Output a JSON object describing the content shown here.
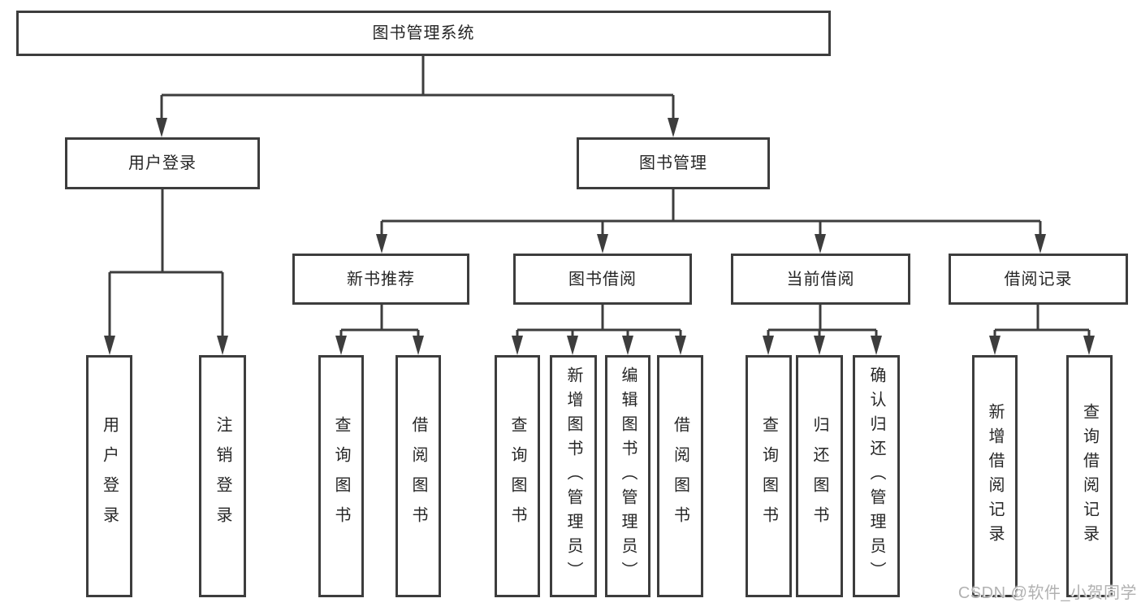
{
  "diagram_type": "hierarchy",
  "tree": {
    "root": {
      "label": "图书管理系统"
    },
    "children": [
      {
        "label": "用户登录",
        "children": [
          {
            "label": "用户登录"
          },
          {
            "label": "注销登录"
          }
        ]
      },
      {
        "label": "图书管理",
        "children": [
          {
            "label": "新书推荐",
            "children": [
              {
                "label": "查询图书"
              },
              {
                "label": "借阅图书"
              }
            ]
          },
          {
            "label": "图书借阅",
            "children": [
              {
                "label": "查询图书"
              },
              {
                "label": "新增图书（管理员）"
              },
              {
                "label": "编辑图书（管理员）"
              },
              {
                "label": "借阅图书"
              }
            ]
          },
          {
            "label": "当前借阅",
            "children": [
              {
                "label": "查询图书"
              },
              {
                "label": "归还图书"
              },
              {
                "label": "确认归还（管理员）"
              }
            ]
          },
          {
            "label": "借阅记录",
            "children": [
              {
                "label": "新增借阅记录"
              },
              {
                "label": "查询借阅记录"
              }
            ]
          }
        ]
      }
    ]
  },
  "watermark": "CSDN @软件_小贺同学",
  "colors": {
    "line": "#3d3d3d",
    "text": "#262626",
    "box_background": "#ffffff",
    "page_background": "#ffffff",
    "watermark": "#b1b1b1"
  }
}
